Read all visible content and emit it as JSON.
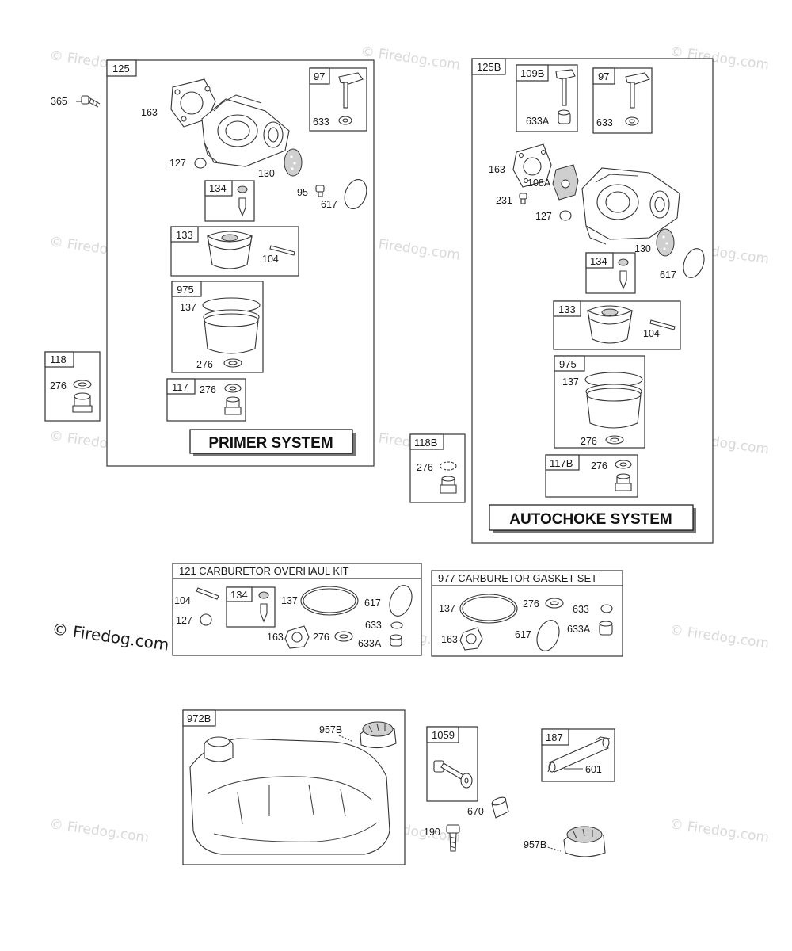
{
  "watermark": "© Firedog.com",
  "primer": {
    "frame_label": "125",
    "banner": "PRIMER SYSTEM",
    "labels": {
      "a163": "163",
      "a127": "127",
      "a130": "130",
      "a95": "95",
      "a617": "617",
      "a104": "104",
      "a137": "137",
      "a276": "276"
    },
    "box97": {
      "title": "97",
      "sub": "633"
    },
    "box134": {
      "title": "134"
    },
    "box133": {
      "title": "133"
    },
    "box975": {
      "title": "975"
    },
    "box117": {
      "title": "117",
      "sub": "276"
    }
  },
  "outside": {
    "p365": "365",
    "box118": {
      "title": "118",
      "sub": "276"
    },
    "box118B": {
      "title": "118B",
      "sub": "276"
    }
  },
  "autochoke": {
    "frame_label": "125B",
    "banner": "AUTOCHOKE SYSTEM",
    "labels": {
      "a163": "163",
      "a108A": "108A",
      "a231": "231",
      "a127": "127",
      "a130": "130",
      "a617": "617",
      "a104": "104",
      "a137": "137",
      "a276": "276"
    },
    "box109B": {
      "title": "109B",
      "sub": "633A"
    },
    "box97": {
      "title": "97",
      "sub": "633"
    },
    "box134": {
      "title": "134"
    },
    "box133": {
      "title": "133"
    },
    "box975": {
      "title": "975"
    },
    "box117B": {
      "title": "117B",
      "sub": "276"
    }
  },
  "overhaul_kit": {
    "title": "121 CARBURETOR OVERHAUL KIT",
    "labels": {
      "a104": "104",
      "a127": "127",
      "a134": "134",
      "a137": "137",
      "a617": "617",
      "a633": "633",
      "a163": "163",
      "a276": "276",
      "a633A": "633A"
    }
  },
  "gasket_set": {
    "title": "977 CARBURETOR GASKET SET",
    "labels": {
      "a137": "137",
      "a276": "276",
      "a633": "633",
      "a163": "163",
      "a617": "617",
      "a633A": "633A"
    }
  },
  "bottom": {
    "box972B": {
      "title": "972B",
      "sub": "957B"
    },
    "box1059": {
      "title": "1059"
    },
    "box187": {
      "title": "187",
      "sub": "601"
    },
    "p670": "670",
    "p190": "190",
    "p957B": "957B"
  }
}
